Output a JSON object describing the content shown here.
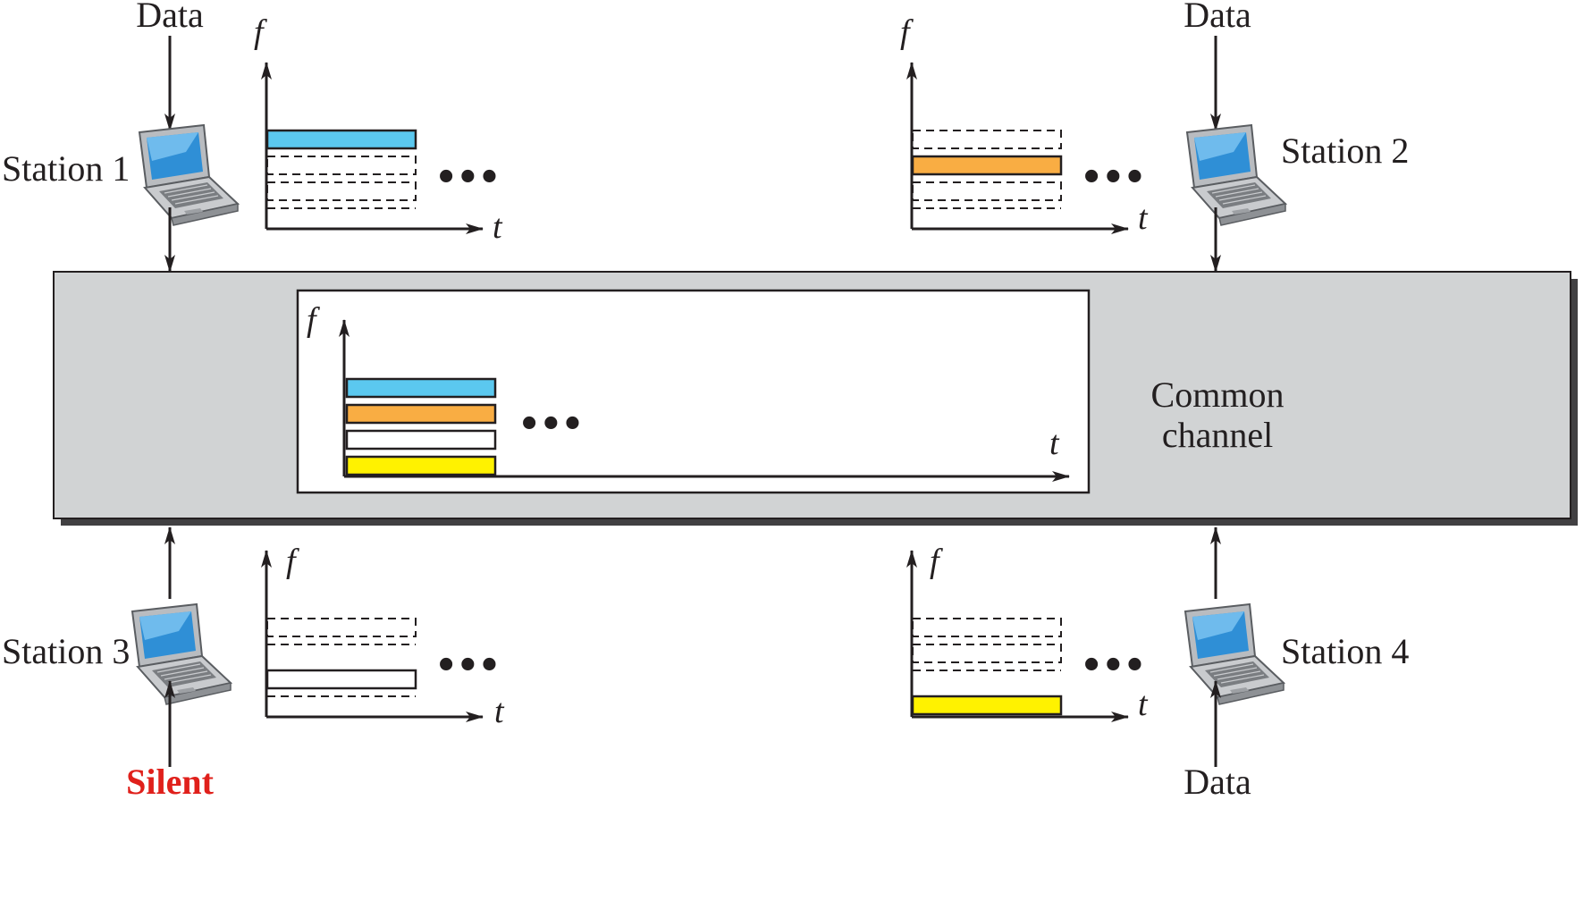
{
  "colors": {
    "station1": "#5bc8ef",
    "station2": "#f9ad43",
    "station3": "#ffffff",
    "station4": "#fff200",
    "channel_fill": "#d1d3d4",
    "channel_shadow": "#414042",
    "silent_text": "#e0201b",
    "ink": "#231f20"
  },
  "stations": [
    {
      "name": "Station 1",
      "input": "Data",
      "icon": "laptop-icon"
    },
    {
      "name": "Station 2",
      "input": "Data",
      "icon": "laptop-icon"
    },
    {
      "name": "Station 3",
      "input": "Silent",
      "icon": "laptop-icon"
    },
    {
      "name": "Station 4",
      "input": "Data",
      "icon": "laptop-icon"
    }
  ],
  "axes": {
    "f": "f",
    "t": "t"
  },
  "ellipsis": "•••",
  "channel": {
    "line1": "Common",
    "line2": "channel"
  }
}
